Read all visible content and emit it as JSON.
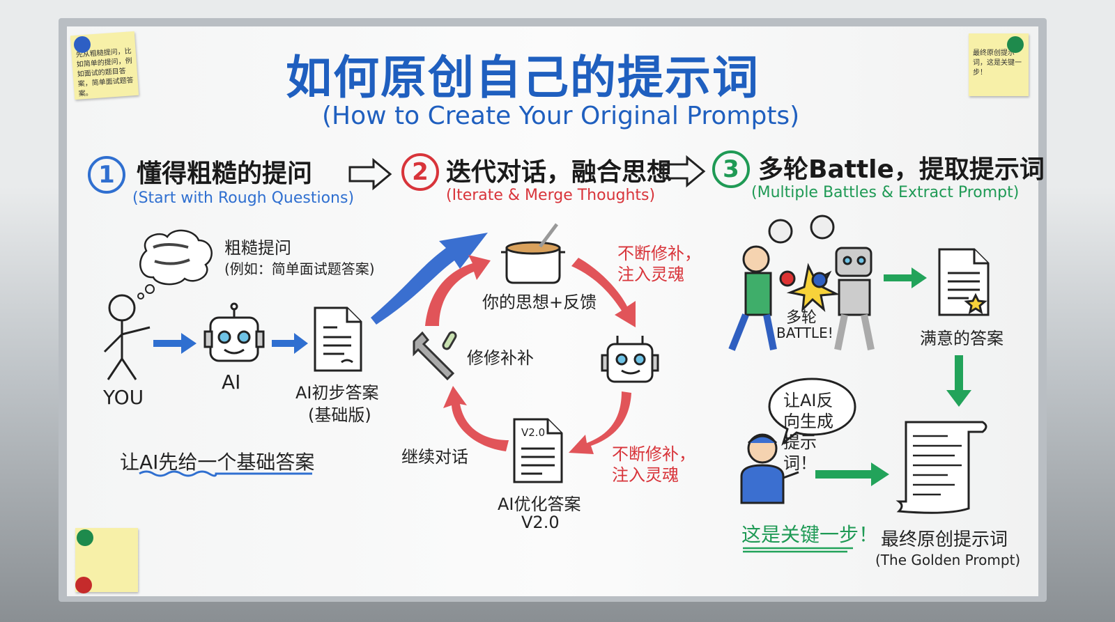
{
  "title": "如何原创自己的提示词",
  "subtitle": "(How to Create Your Original Prompts)",
  "steps": [
    {
      "number": "1",
      "title": "懂得粗糙的提问",
      "subtitle": "(Start with Rough Questions)",
      "color": "#2f6fd0"
    },
    {
      "number": "2",
      "title": "迭代对话，融合思想",
      "subtitle": "(Iterate & Merge Thoughts)",
      "color": "#d8343a"
    },
    {
      "number": "3",
      "title": "多轮Battle，提取提示词",
      "subtitle": "(Multiple Battles & Extract Prompt)",
      "color": "#1f9a55"
    }
  ],
  "section1": {
    "thought_title": "粗糙提问",
    "thought_example": "(例如：简单面试题答案)",
    "you": "YOU",
    "ai": "AI",
    "answer": "AI初步答案",
    "answer_sub": "(基础版)",
    "caption": "让AI先给一个基础答案"
  },
  "section2": {
    "pot": "你的思想+反馈",
    "patch_top": "不断修补，",
    "soul_top": "注入灵魂",
    "patch_bottom": "不断修补，",
    "soul_bottom": "注入灵魂",
    "tweak": "修修补补",
    "continue": "继续对话",
    "doc_tag": "V2.0",
    "optimized": "AI优化答案",
    "version": "V2.0"
  },
  "section3": {
    "battle": "多轮",
    "battle2": "BATTLE!",
    "satisfied": "满意的答案",
    "speech": "让AI反向生成提示词！",
    "key": "这是关键一步！",
    "final": "最终原创提示词",
    "final_sub": "(The Golden Prompt)"
  },
  "notes": {
    "left": "先从粗糙提问，比如简单的提问，例如面试的题目答案，简单面试题答案。",
    "right": "最终原创提示词，这是关键一步！"
  }
}
